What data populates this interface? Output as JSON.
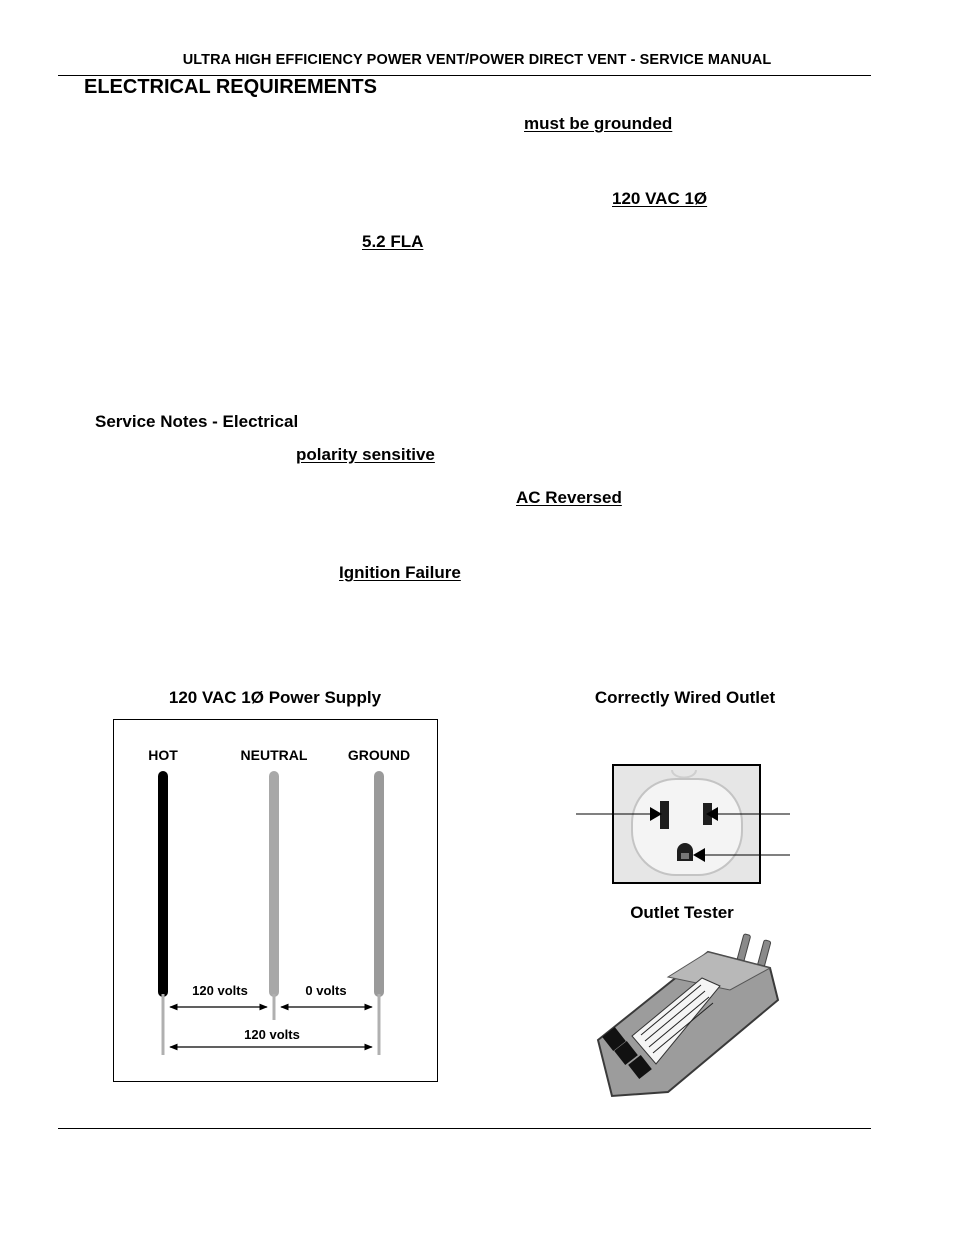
{
  "header": {
    "title": "ULTRA HIGH EFFICIENCY POWER VENT/POWER DIRECT VENT - SERVICE MANUAL"
  },
  "section": {
    "title": "ELECTRICAL REQUIREMENTS"
  },
  "emphasis": {
    "grounded": "must be grounded",
    "voltage": "120 VAC 1Ø",
    "fla": "5.2 FLA"
  },
  "service_notes": {
    "title": "Service Notes - Electrical",
    "polarity": "polarity sensitive",
    "ac_reversed": "AC Reversed",
    "ignition": "Ignition Failure"
  },
  "diagram": {
    "caption": "120 VAC 1Ø Power Supply",
    "wires": [
      "HOT",
      "NEUTRAL",
      "GROUND"
    ],
    "hot_neutral": "120 volts",
    "neutral_ground": "0 volts",
    "hot_ground": "120 volts",
    "colors": {
      "hot": "#000000",
      "neutral": "#a8a8a8",
      "ground": "#9a9a9a"
    }
  },
  "outlet": {
    "caption": "Correctly Wired Outlet"
  },
  "tester": {
    "caption": "Outlet Tester"
  }
}
